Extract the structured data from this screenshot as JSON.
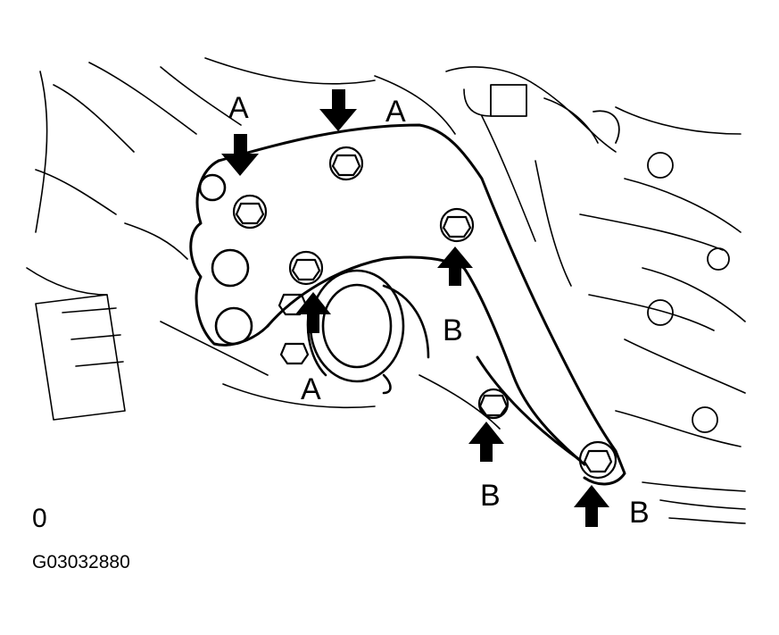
{
  "callouts": {
    "a1": "A",
    "a2": "A",
    "a3": "A",
    "b1": "B",
    "b2": "B",
    "b3": "B"
  },
  "corner_mark": "0",
  "figure_id": "G03032880",
  "colors": {
    "ink": "#000000",
    "paper": "#ffffff"
  }
}
